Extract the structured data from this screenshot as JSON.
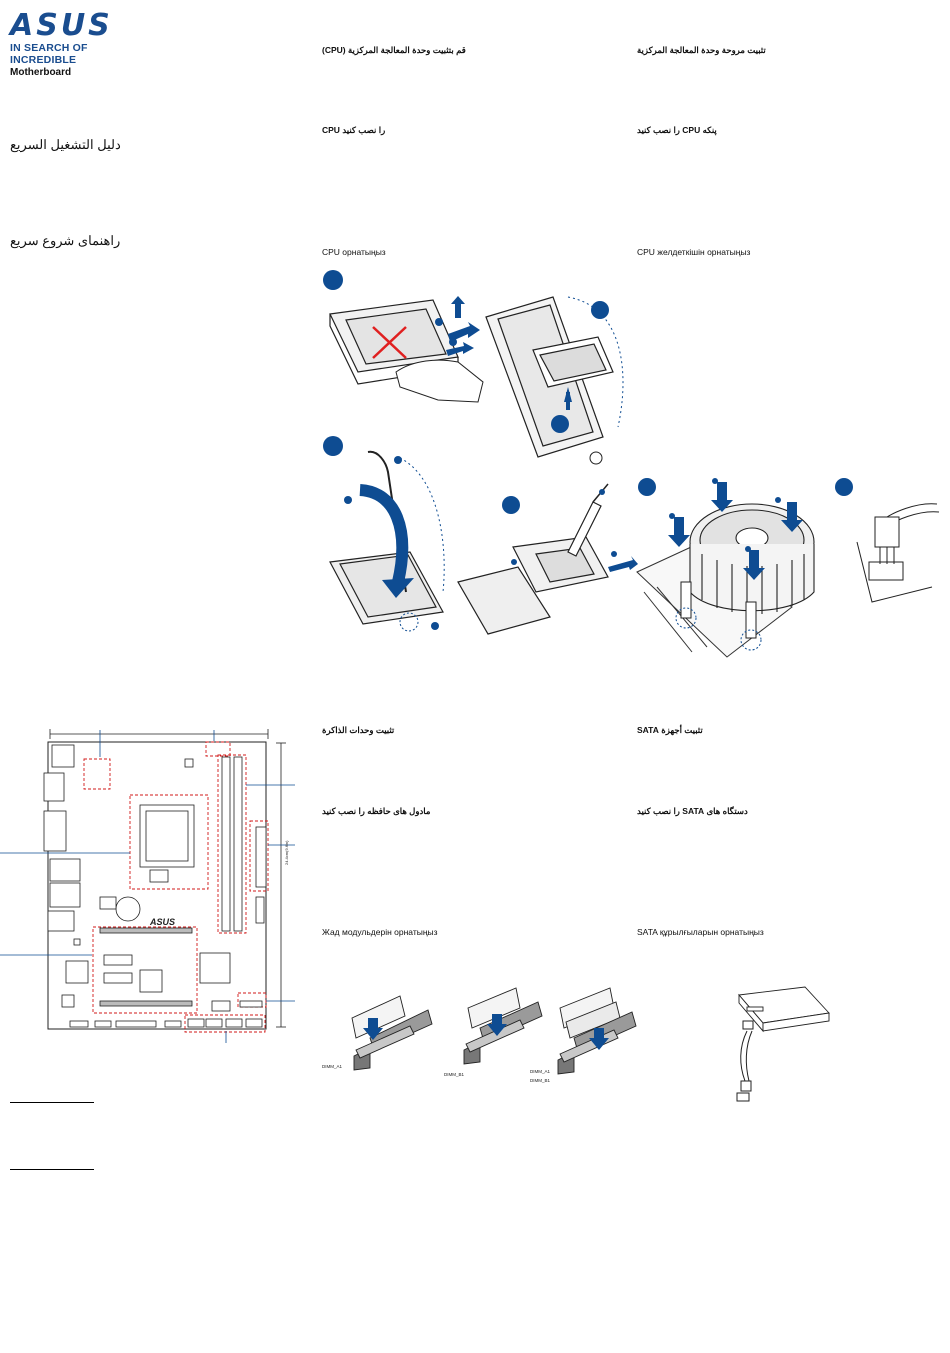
{
  "brand": {
    "name": "ASUS",
    "tagline": "IN SEARCH OF INCREDIBLE"
  },
  "product": "Motherboard",
  "left_titles": [
    "دليل التشغيل السريع",
    "راهنمای شروع سریع"
  ],
  "sections": {
    "cpu": {
      "arabic": "قم بتثبيت وحدة المعالجة المركزية (CPU)",
      "persian": "CPU را نصب کنید",
      "kazakh": "CPU орнатыңыз"
    },
    "cooler": {
      "arabic": "تثبيت مروحة وحدة المعالجة المركزية",
      "persian": "پنکه CPU را نصب کنید",
      "kazakh": "CPU желдеткішін орнатыңыз"
    },
    "memory": {
      "arabic": "تثبيت وحدات الذاكرة",
      "persian": "مادول های حافظه را نصب کنید",
      "kazakh": "Жад модульдерін орнатыңыз"
    },
    "sata": {
      "arabic": "تثبيت أجهزة SATA",
      "persian": "دستگاه های SATA را نصب کنید",
      "kazakh": "SATA құрылғыларын орнатыңыз"
    }
  },
  "board_dimension": "24.4cm(9.6in)",
  "board_brand": "ASUS",
  "dimm_labels": {
    "first": "DIMM_A1",
    "second": "DIMM_B1",
    "third_a": "DIMM_A1",
    "third_b": "DIMM_B1"
  },
  "colors": {
    "brand_blue": "#1a4d8f",
    "step_blue": "#0e4c92",
    "warning_red": "#e02020",
    "dashed_red": "#d01818"
  },
  "icons": [
    "step-1-badge",
    "step-2-badge",
    "step-3-badge",
    "red-x-icon",
    "arrow-icon"
  ]
}
